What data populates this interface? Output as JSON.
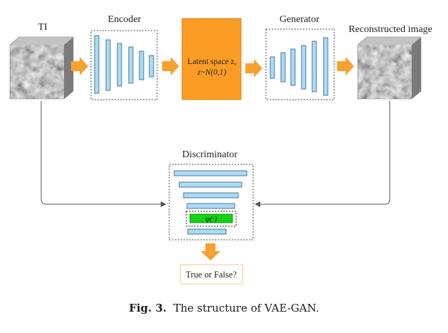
{
  "labels": {
    "ti": "TI",
    "encoder": "Encoder",
    "generator": "Generator",
    "reconstructed": "Reconstructed image",
    "discriminator": "Discriminator",
    "latent_line1": "Latent space z,",
    "latent_line2": "z~N(0,1)",
    "phi": "φ(·)",
    "output": "True or False?"
  },
  "caption": {
    "fig": "Fig. 3.",
    "text": "The structure of VAE-GAN."
  },
  "colors": {
    "layer_fill": "#a9dcf6",
    "layer_stroke": "#2f5b7c",
    "latent_fill": "#fb9d24",
    "arrow_fill": "#f6a130",
    "phi_fill": "#12d412",
    "line": "#555555",
    "output_border": "#f6c48a"
  },
  "icons": {
    "flow_arrow": "orange-block-arrow",
    "volume": "gray-textured-cube"
  }
}
